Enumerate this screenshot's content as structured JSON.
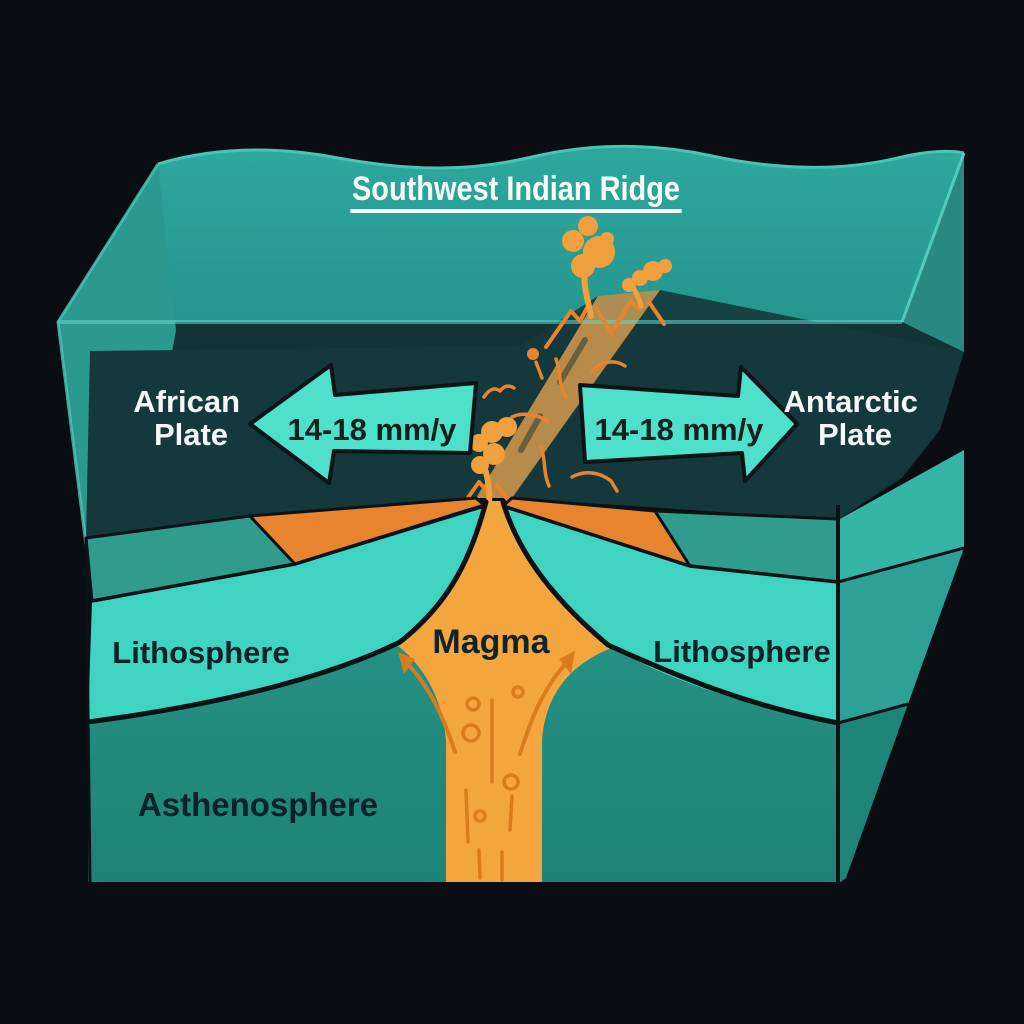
{
  "diagram": {
    "title": "Southwest Indian Ridge",
    "plate_left": {
      "line1": "African",
      "line2": "Plate"
    },
    "plate_right": {
      "line1": "Antarctic",
      "line2": "Plate"
    },
    "arrow_left_label": "14-18 mm/y",
    "arrow_right_label": "14-18 mm/y",
    "labels": {
      "lithosphere_left": "Lithosphere",
      "lithosphere_right": "Lithosphere",
      "magma": "Magma",
      "asthenosphere": "Asthenosphere"
    },
    "colors": {
      "background": "#0a0e13",
      "water": "#2ba39b",
      "water_edge": "#5fd9c9",
      "plate_top": "#0d141b",
      "plate_band": "#2f9c8d",
      "ridge_orange": "#e8842e",
      "lithosphere": "#3fd4c2",
      "asthenosphere": "#249083",
      "magma": "#f3a63e",
      "magma_detail": "#d97c20",
      "smoke": "#f0a03c",
      "arrow": "#4ee0cb",
      "title_text": "#f7fbfa",
      "plate_text": "#f4f7f7",
      "dark_text": "#0c2228"
    }
  }
}
